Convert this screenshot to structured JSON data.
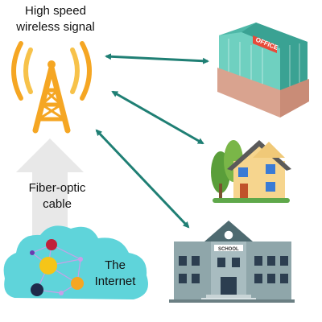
{
  "labels": {
    "signal_line1": "High speed",
    "signal_line2": "wireless signal",
    "cable_line1": "Fiber-optic",
    "cable_line2": "cable",
    "internet_line1": "The",
    "internet_line2": "Internet",
    "office_sign": "OFFICE",
    "school_sign": "SCHOOL"
  },
  "colors": {
    "tower": "#f5a623",
    "signal_arcs": "#f7c24a",
    "arrow": "#1f7f74",
    "cloud": "#5fd4da",
    "upload_arrow": "#e8e8e8",
    "office": "#4fb8a8",
    "house": "#f6d58e",
    "school": "#8fa6aa"
  },
  "icons": [
    "signal-tower-icon",
    "office-building-icon",
    "house-icon",
    "school-icon",
    "internet-cloud-icon"
  ]
}
